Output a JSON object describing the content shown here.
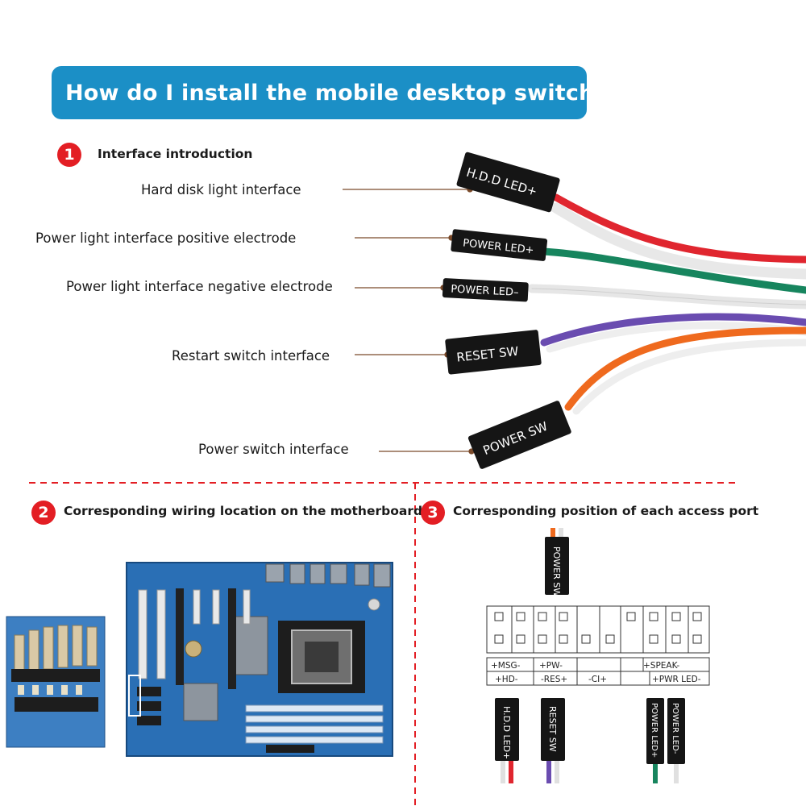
{
  "banner": {
    "title": "How do I install the mobile desktop switch ?"
  },
  "section1": {
    "number": "1",
    "title": "Interface introduction",
    "labels": [
      "Hard disk light interface",
      "Power light interface positive electrode",
      "Power light interface negative electrode",
      "Restart switch interface",
      "Power switch interface"
    ],
    "connectors": [
      "H.D.D LED+",
      "POWER LED+",
      "POWER LED–",
      "RESET SW",
      "POWER SW"
    ]
  },
  "section2": {
    "number": "2",
    "title": "Corresponding wiring location on the motherboard"
  },
  "section3": {
    "number": "3",
    "title": "Corresponding position of each access port",
    "top_connector": "POWER SW",
    "row1": [
      "+MSG-",
      "+PW-",
      "+SPEAK-"
    ],
    "row2": [
      "+HD-",
      "-RES+",
      "-CI+",
      "+PWR LED-"
    ],
    "bottom_connectors": [
      "H.D.D LED+",
      "RESET SW",
      "POWER LED+",
      "POWER LED-"
    ]
  },
  "colors": {
    "banner": "#1b8fc6",
    "badge": "#e31e24",
    "divider": "#e31e24",
    "wire_red": "#e0262f",
    "wire_green": "#17855e",
    "wire_white": "#e6e6e6",
    "wire_purple": "#6a4cb0",
    "wire_orange": "#ef6a1e",
    "board": "#2a6fb5"
  }
}
